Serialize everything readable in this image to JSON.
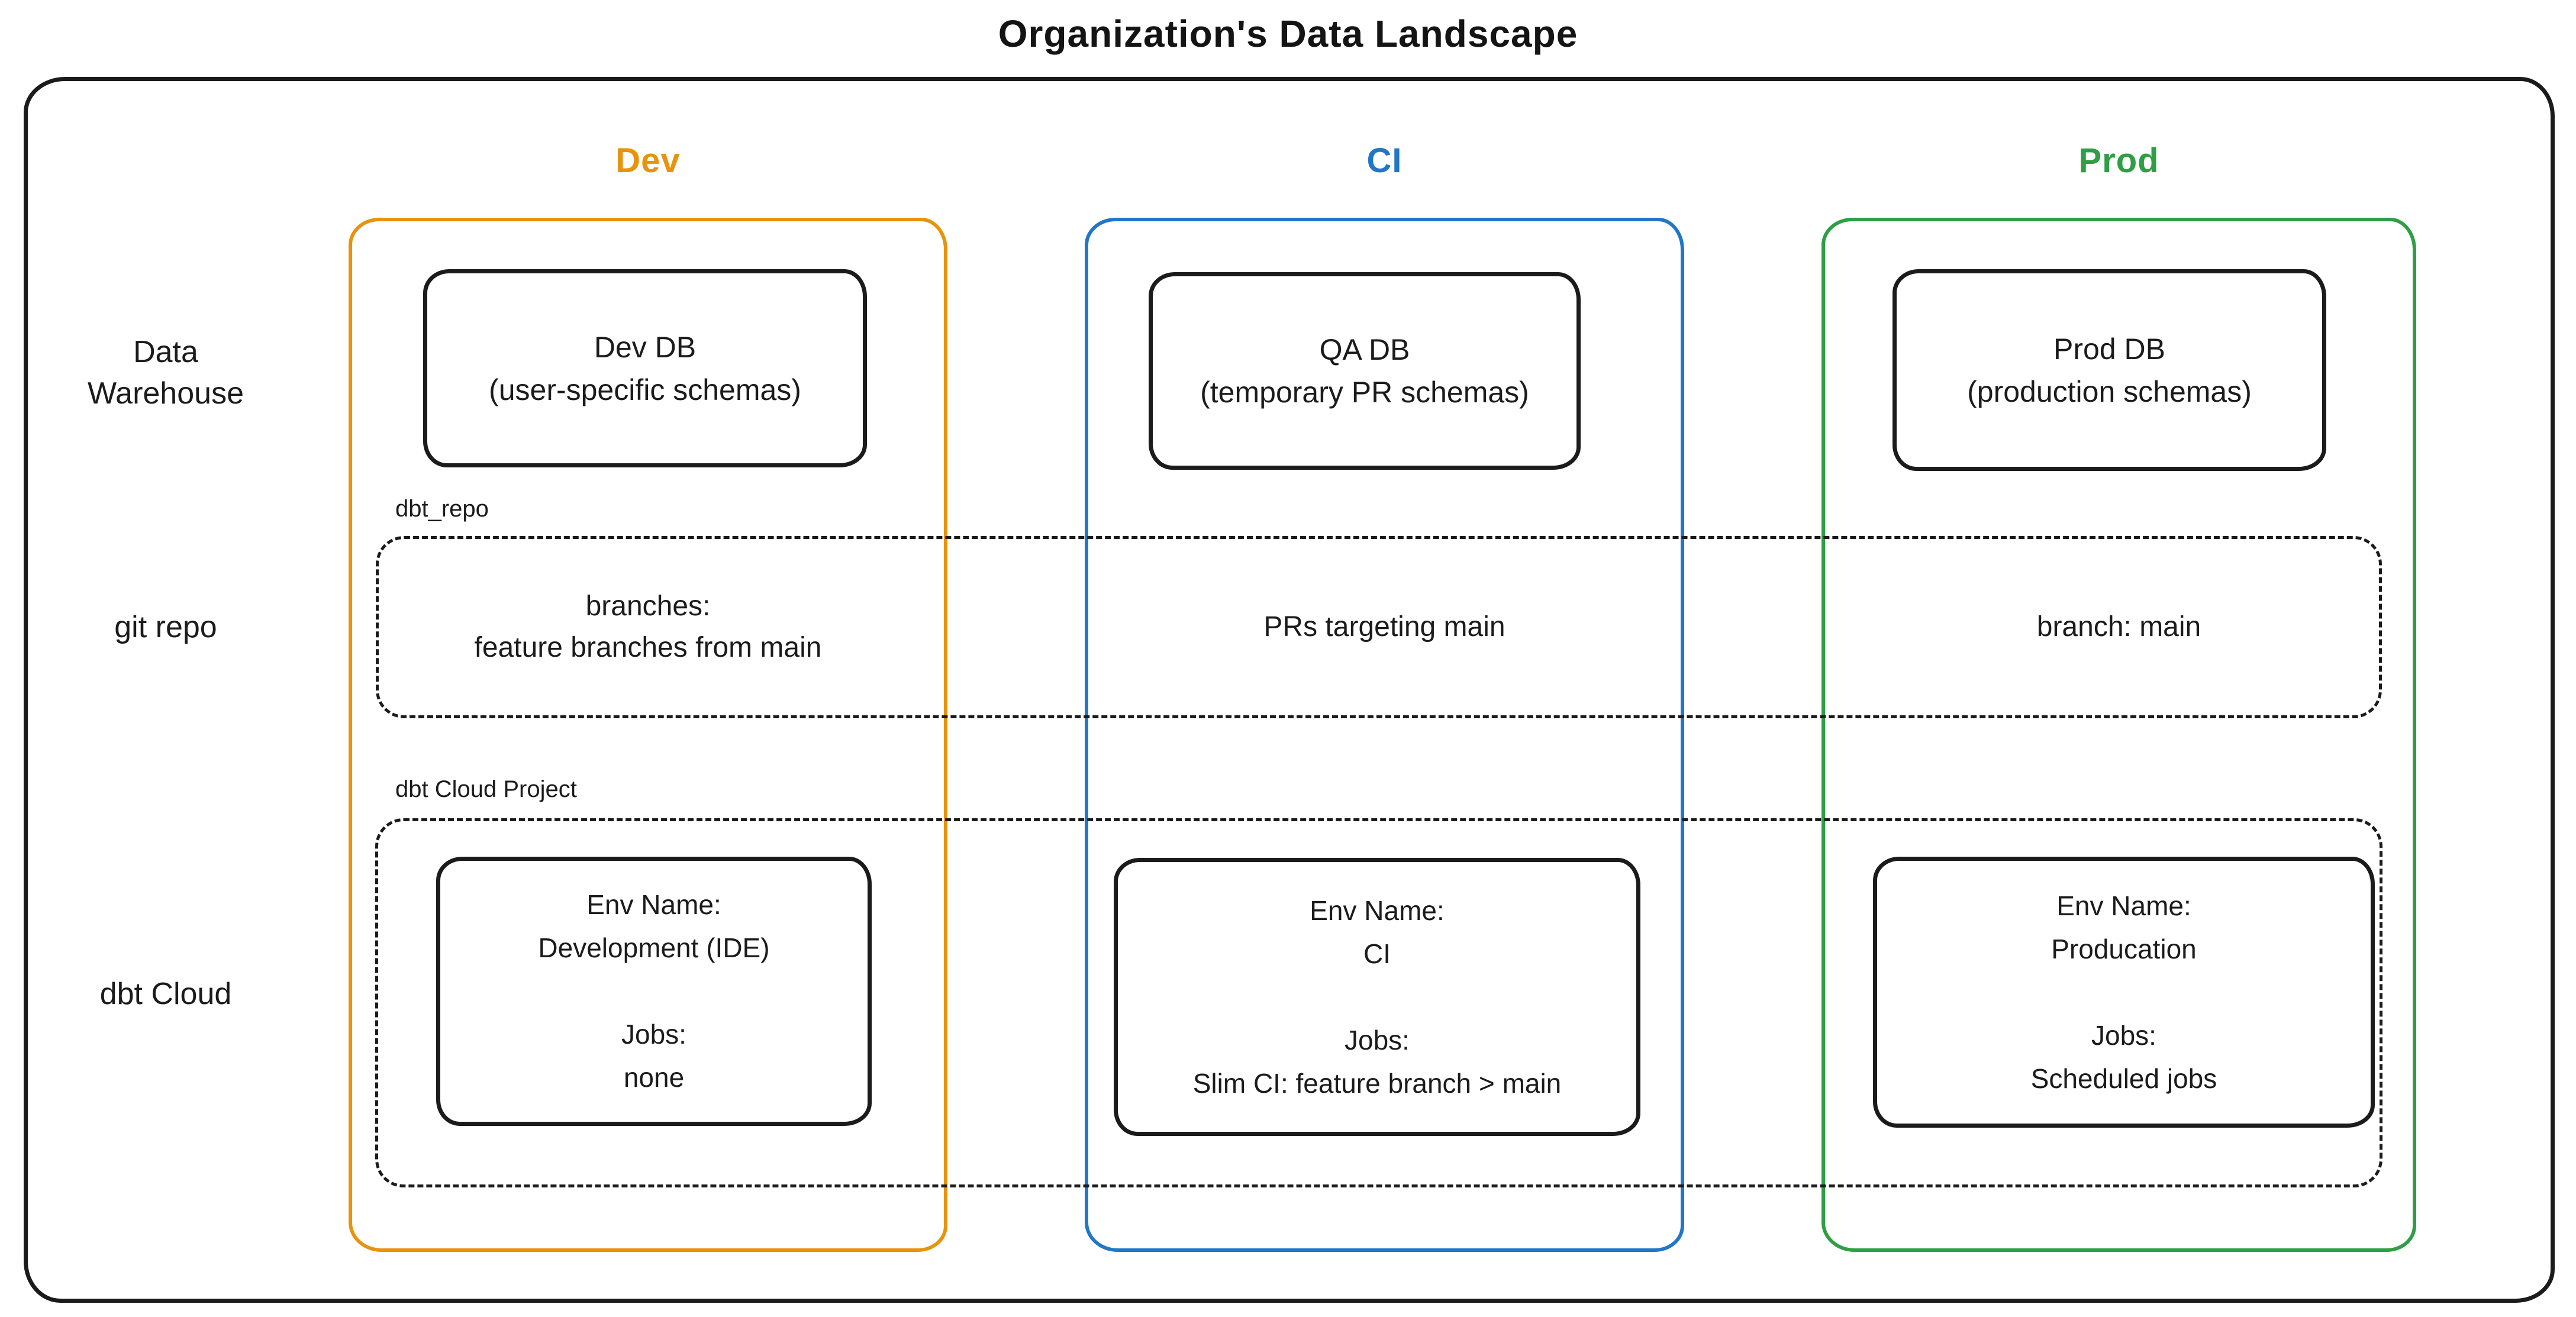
{
  "title": "Organization's Data Landscape",
  "accent": {
    "dev": "#e8930c",
    "ci": "#2176c7",
    "prod": "#2f9e44",
    "ink": "#1b1b1b"
  },
  "rows": {
    "data_warehouse": {
      "label_line1": "Data",
      "label_line2": "Warehouse"
    },
    "git_repo": {
      "label": "git repo",
      "container_label": "dbt_repo"
    },
    "dbt_cloud": {
      "label": "dbt Cloud",
      "container_label": "dbt Cloud Project"
    }
  },
  "columns": [
    {
      "header": "Dev",
      "accent_color": "#e8930c",
      "db_box": {
        "line1": "Dev DB",
        "line2": "(user-specific schemas)"
      },
      "git_box": {
        "line1": "branches:",
        "line2": "feature branches from main"
      },
      "env_box": {
        "env_label": "Env Name:",
        "env_value": "Development (IDE)",
        "jobs_label": "Jobs:",
        "jobs_value": "none"
      }
    },
    {
      "header": "CI",
      "accent_color": "#2176c7",
      "db_box": {
        "line1": "QA DB",
        "line2": "(temporary PR schemas)"
      },
      "git_box": {
        "line1": "PRs targeting main"
      },
      "env_box": {
        "env_label": "Env Name:",
        "env_value": "CI",
        "jobs_label": "Jobs:",
        "jobs_value": "Slim CI: feature branch > main"
      }
    },
    {
      "header": "Prod",
      "accent_color": "#2f9e44",
      "db_box": {
        "line1": "Prod DB",
        "line2": "(production schemas)"
      },
      "git_box": {
        "line1": "branch: main"
      },
      "env_box": {
        "env_label": "Env Name:",
        "env_value": "Producation",
        "jobs_label": "Jobs:",
        "jobs_value": "Scheduled jobs"
      }
    }
  ]
}
